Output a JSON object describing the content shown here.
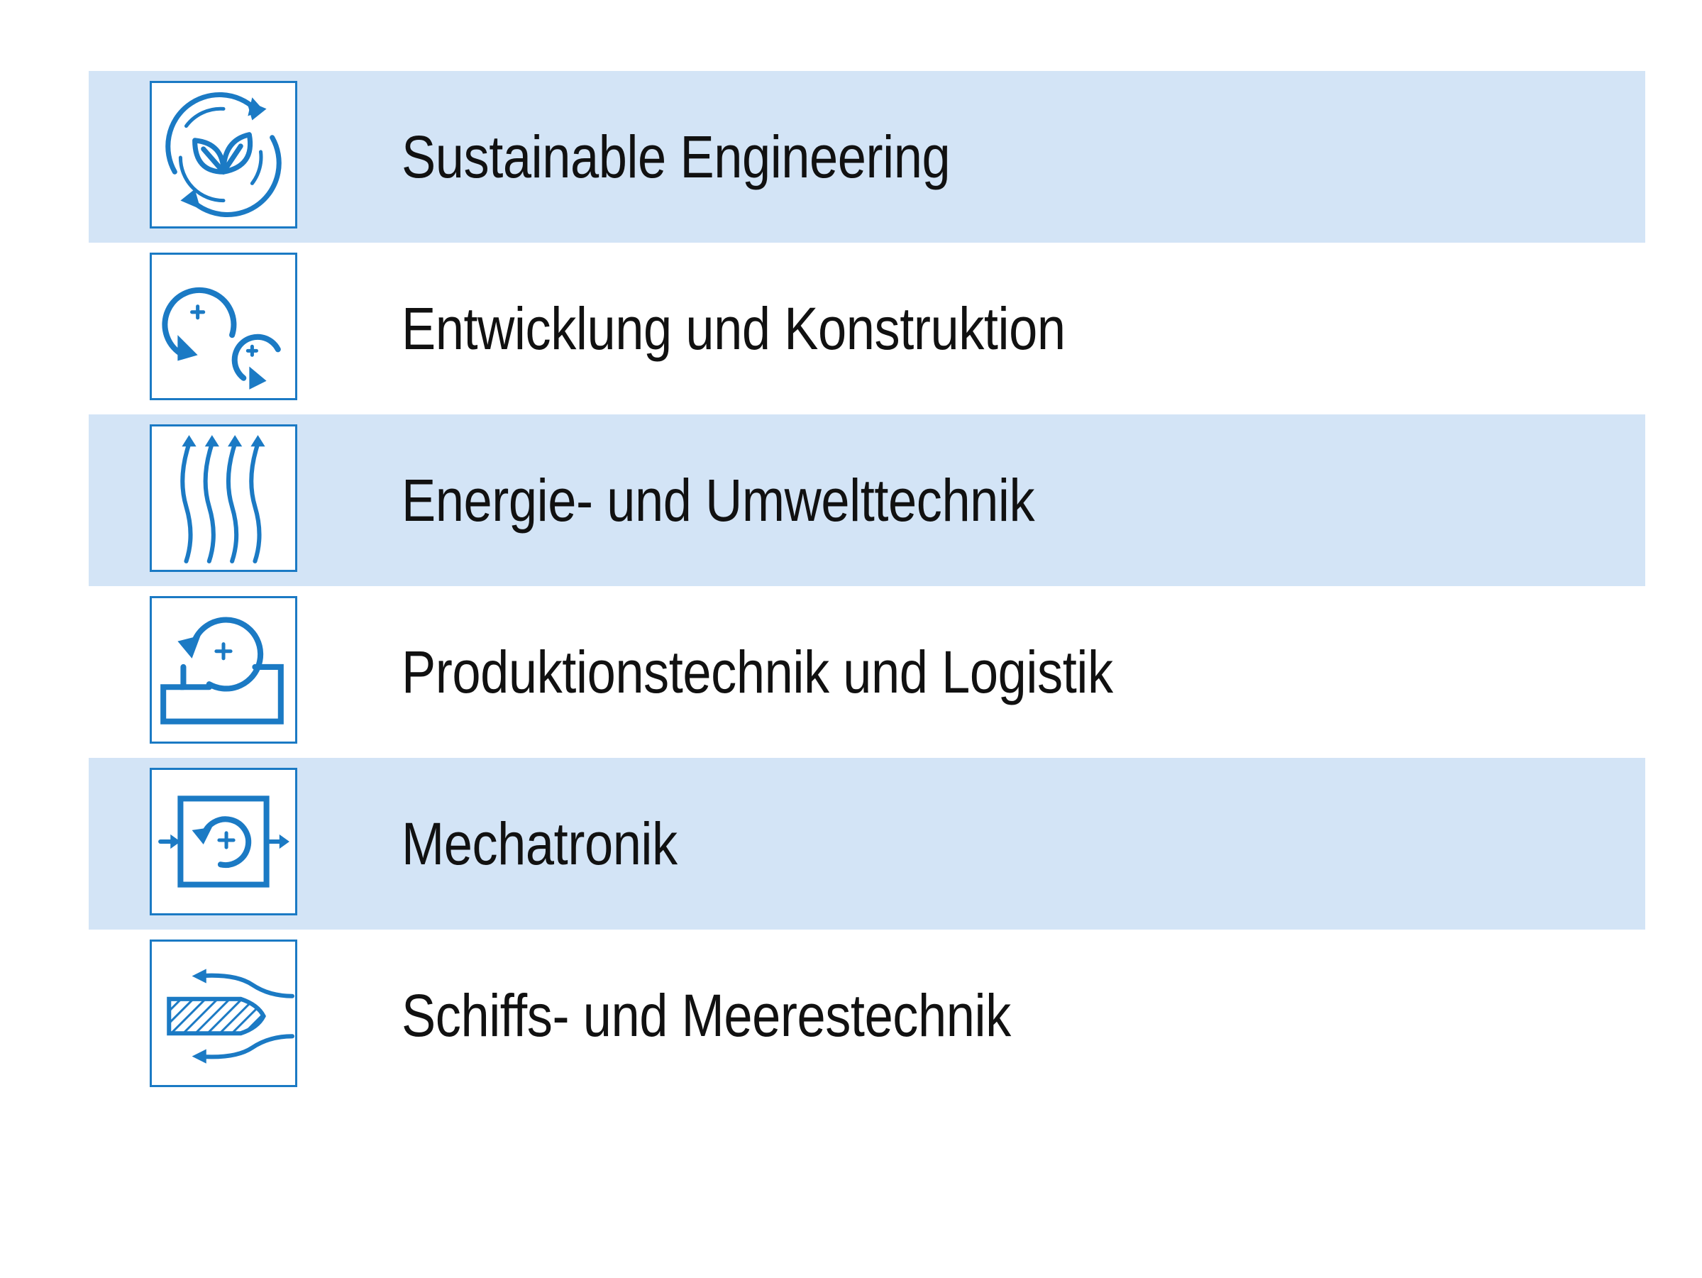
{
  "accent_color": "#1b7ac4",
  "row_shade_color": "#d3e4f6",
  "items": [
    {
      "label": "Sustainable Engineering",
      "icon": "leaf-cycle-icon"
    },
    {
      "label": "Entwicklung und Konstruktion",
      "icon": "gears-rotation-icon"
    },
    {
      "label": "Energie- und Umwelttechnik",
      "icon": "rising-waves-icon"
    },
    {
      "label": "Produktionstechnik und Logistik",
      "icon": "production-roller-icon"
    },
    {
      "label": "Mechatronik",
      "icon": "mechatronic-system-icon"
    },
    {
      "label": "Schiffs- und Meerestechnik",
      "icon": "ship-hull-flow-icon"
    }
  ]
}
